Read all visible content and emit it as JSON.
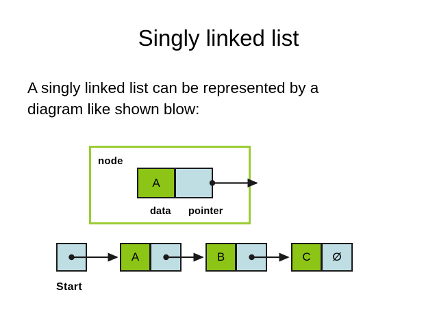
{
  "slide": {
    "title": "Singly linked list",
    "body_lines": [
      "A singly linked list can be represented by a",
      "diagram like shown blow:"
    ]
  },
  "node_explainer": {
    "group_label": "node",
    "data_value": "A",
    "data_label": "data",
    "pointer_label": "pointer",
    "pointer_symbol": "•"
  },
  "linked_list": {
    "start_label": "Start",
    "null_symbol": "Ø",
    "pointer_symbol": "•",
    "nodes": [
      {
        "data": "A",
        "pointer": "•"
      },
      {
        "data": "B",
        "pointer": "•"
      },
      {
        "data": "C",
        "pointer": "Ø"
      }
    ]
  },
  "colors": {
    "data_cell_green": "#8CC516",
    "pointer_cell_blue": "#BEDEE4",
    "group_border_green": "#9ACD32",
    "stroke_black": "#1A1A1A",
    "background": "#FFFFFF"
  }
}
